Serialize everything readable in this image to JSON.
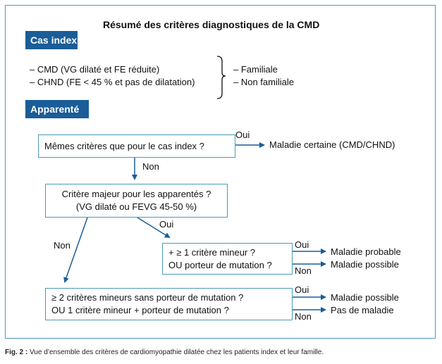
{
  "title": "Résumé des critères diagnostiques de la CMD",
  "cas_index": {
    "tag": "Cas index",
    "line1": "– CMD (VG dilaté et FE réduite)",
    "line2": "– CHND (FE < 45 % et pas de dilatation)",
    "right1": "– Familiale",
    "right2": "– Non familiale"
  },
  "apparente": {
    "tag": "Apparenté"
  },
  "flow": {
    "box1": "Mêmes critères que pour le cas index ?",
    "box1_oui": "Oui",
    "box1_result": "Maladie certaine (CMD/CHND)",
    "box1_non": "Non",
    "box2_line1": "Critère majeur pour les apparentés ?",
    "box2_line2": "(VG dilaté ou FEVG 45-50 %)",
    "box2_oui": "Oui",
    "box2_non": "Non",
    "box3_line1": "+ ≥ 1 critère mineur ?",
    "box3_line2": "OU porteur de mutation ?",
    "box3_oui": "Oui",
    "box3_non": "Non",
    "box3_result1": "Maladie probable",
    "box3_result2": "Maladie possible",
    "box4_line1": "≥ 2 critères  mineurs sans porteur de mutation ?",
    "box4_line2": "OU 1 critère mineur + porteur de mutation ?",
    "box4_oui": "Oui",
    "box4_non": "Non",
    "box4_result1": "Maladie possible",
    "box4_result2": "Pas de maladie"
  },
  "caption": {
    "label": "Fig. 2 :",
    "text": " Vue d’ensemble des critères de cardiomyopathie dilatée chez les patients index et leur famille."
  }
}
